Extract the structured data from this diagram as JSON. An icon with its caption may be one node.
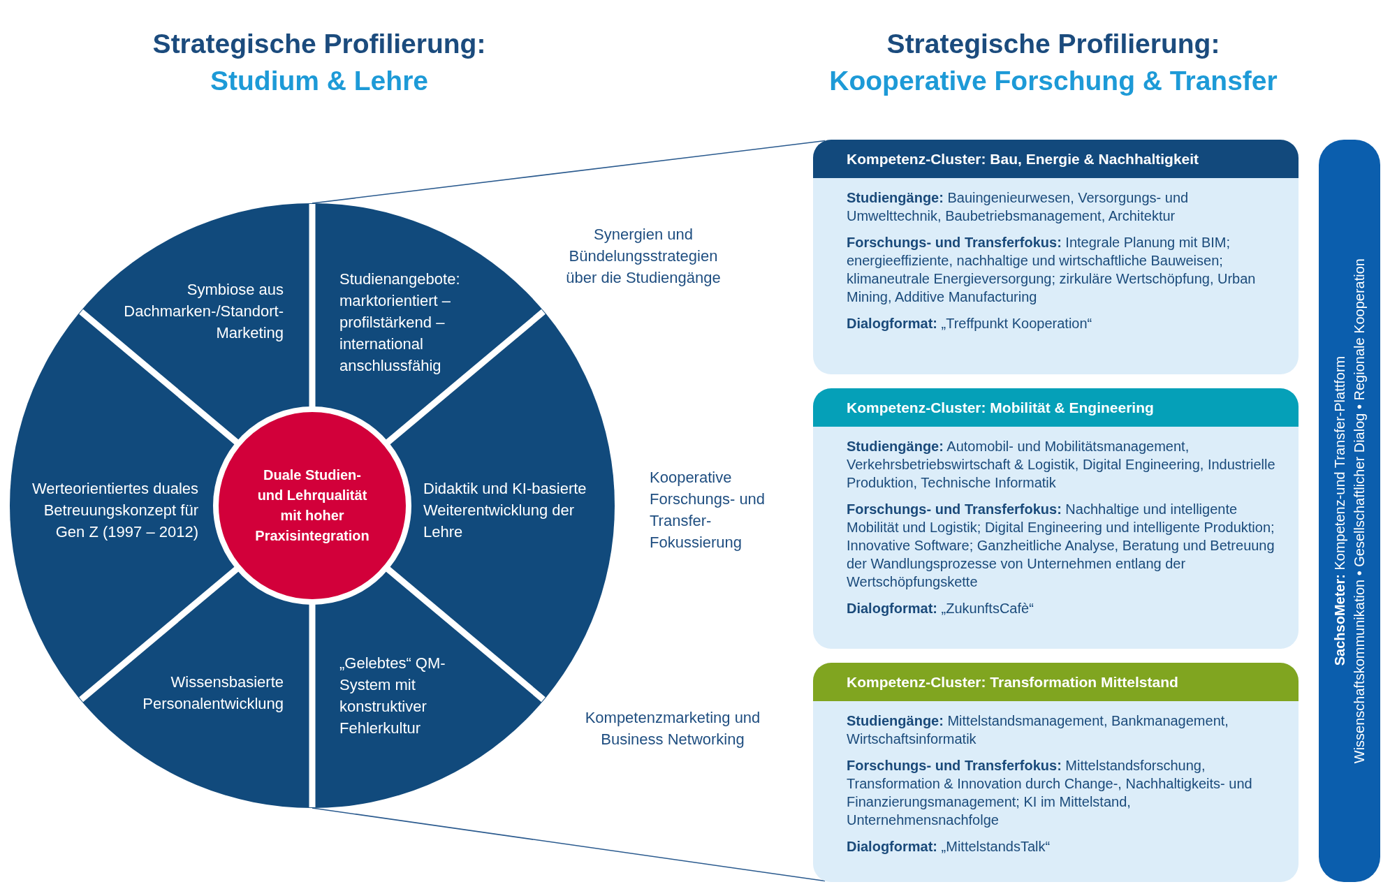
{
  "diagram": {
    "nodes": [
      {
        "text": [],
        "shape": "circle"
      },
      {
        "text": [
          "Symbiose aus Dachmarken-/Standort-Marketing"
        ],
        "in": 0
      },
      {
        "text": [
          "Studienangebote: marktorientiert – profilstärkend – international anschlussfähig"
        ],
        "in": 0
      },
      {
        "text": [
          "Werteorientiertes duales Betreuungskonzept für Gen Z (1997 – 2012)"
        ],
        "in": 0
      },
      {
        "text": [
          "Duale Studien- und Lehrqualität mit hoher Praxisintegration"
        ],
        "in": 0
      },
      {
        "text": [
          "Didaktik und KI-basierte Weiterentwicklung der Lehre"
        ],
        "in": 0
      },
      {
        "text": [
          "Wissensbasierte Personalentwicklung"
        ],
        "in": 0
      },
      {
        "text": [
          "„Gelebtes“ QM-System mit konstruktiver Fehlerkultur"
        ],
        "in": 0
      },
      {
        "text": [
          "Kompetenz-Cluster: Bau, Energie & Nachhaltigkeit",
          "**Studiengänge:** Bauingenieurwesen, Versorgungs- und Umwelttechnik, Baubetriebsmanagement, Architektur",
          "**Forschungs- und Transferfokus:** Integrale Planung mit BIM; energieeffiziente, nachhaltige und wirtschaftliche Bauweisen; klimaneutrale Energieversorgung; zirkuläre Wertschöpfung, Urban Mining, Additive Manufacturing",
          "**Dialogformat:** „Treffpunkt Kooperation“"
        ]
      },
      {
        "text": [
          "Kompetenz-Cluster: Mobilität & Engineering",
          "**Studiengänge:** Automobil- und Mobilitätsmanagement, Verkehrsbetriebswirtschaft & Logistik, Digital Engineering, Industrielle Produktion, Technische Informatik",
          "**Forschungs- und Transferfokus:** Nachhaltige und intelligente Mobilität und Logistik; Digital Engineering und intelligente Produktion; Innovative Software; Ganzheitliche Analyse, Beratung und Betreuung der Wandlungsprozesse von Unternehmen entlang der Wertschöpfungskette",
          "**Dialogformat:** „ZukunftsCafè“"
        ]
      },
      {
        "text": [
          "Kompetenz-Cluster: Transformation Mittelstand",
          "**Studiengänge:** Mittelstandsmanagement, Bankmanagement, Wirtschaftsinformatik",
          "**Forschungs- und Transferfokus:** Mittelstandsforschung, Transformation & Innovation durch Change-, Nachhaltigkeits- und Finanzierungsmanagement; KI im Mittelstand, Unternehmensnachfolge",
          "**Dialogformat:** „MittelstandsTalk“"
        ]
      },
      {
        "text": [
          "**SachsoMeter:** Kompetenz-und Transfer-Plattform",
          "Wissenschaftskommunikation • Gesellschaftlicher Dialog • Regionale Kooperation"
        ]
      }
    ],
    "edges": [
      {
        "from": 0,
        "to": 8,
        "arrow": "none"
      },
      {
        "from": 0,
        "to": 10,
        "arrow": "none"
      }
    ],
    "labels": [
      "Strategische Profilierung:",
      "Studium & Lehre",
      "Strategische Profilierung:",
      "Kooperative Forschung & Transfer",
      "Synergien und Bündelungsstrategien über die Studiengänge",
      "Kooperative Forschungs- und Transfer-Fokussierung",
      "Kompetenzmarketing und Business Networking"
    ]
  }
}
